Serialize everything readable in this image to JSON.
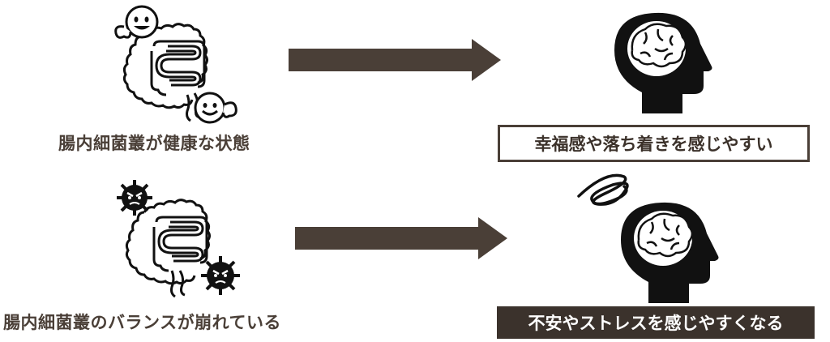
{
  "row_top": {
    "condition_label": "腸内細菌叢が健康な状態",
    "result_label": "幸福感や落ち着きを感じやすい",
    "intestine_icon": "intestine-with-smiling-bacteria-icon",
    "head_icon": "head-with-brain-icon"
  },
  "row_bottom": {
    "condition_label": "腸内細菌叢のバランスが崩れている",
    "result_label": "不安やストレスを感じやすくなる",
    "intestine_icon": "intestine-with-spiky-germs-icon",
    "head_icon": "head-with-brain-and-scribble-icon"
  },
  "colors": {
    "arrow": "#4a3f37",
    "text": "#4a3f37",
    "filled_box": "#3b322c",
    "icon": "#111111"
  }
}
